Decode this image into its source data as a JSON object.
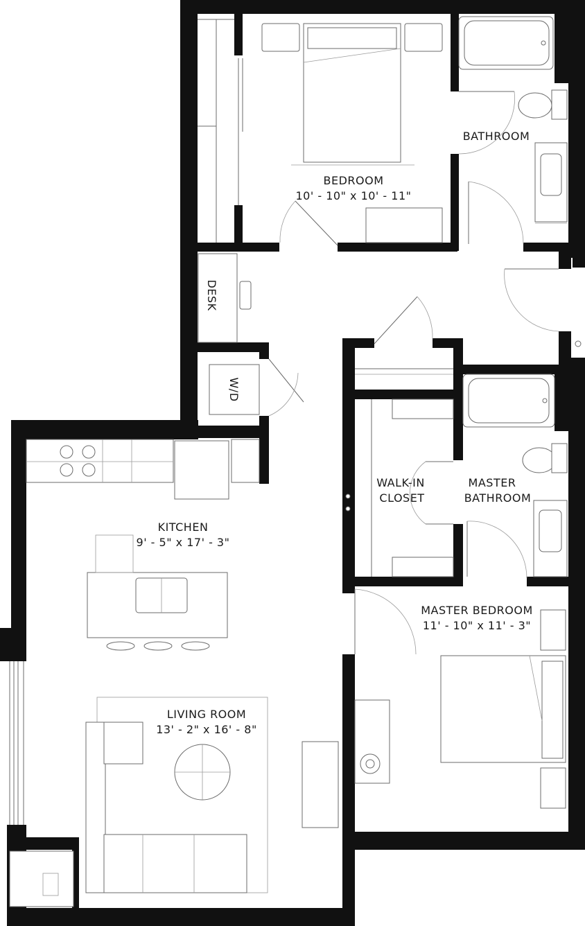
{
  "rooms": {
    "bedroom": {
      "name": "BEDROOM",
      "size": "10' - 10\" x 10' - 11\""
    },
    "bathroom": {
      "name": "BATHROOM"
    },
    "desk": {
      "name": "DESK"
    },
    "washer_dryer": {
      "name": "W/D"
    },
    "kitchen": {
      "name": "KITCHEN",
      "size": "9' - 5\" x 17' - 3\""
    },
    "walk_in_closet": {
      "name_line1": "WALK-IN",
      "name_line2": "CLOSET"
    },
    "master_bathroom": {
      "name_line1": "MASTER",
      "name_line2": "BATHROOM"
    },
    "master_bedroom": {
      "name": "MASTER BEDROOM",
      "size": "11' - 10\" x 11' - 3\""
    },
    "living_room": {
      "name": "LIVING ROOM",
      "size": "13' - 2\" x 16' - 8\""
    }
  }
}
